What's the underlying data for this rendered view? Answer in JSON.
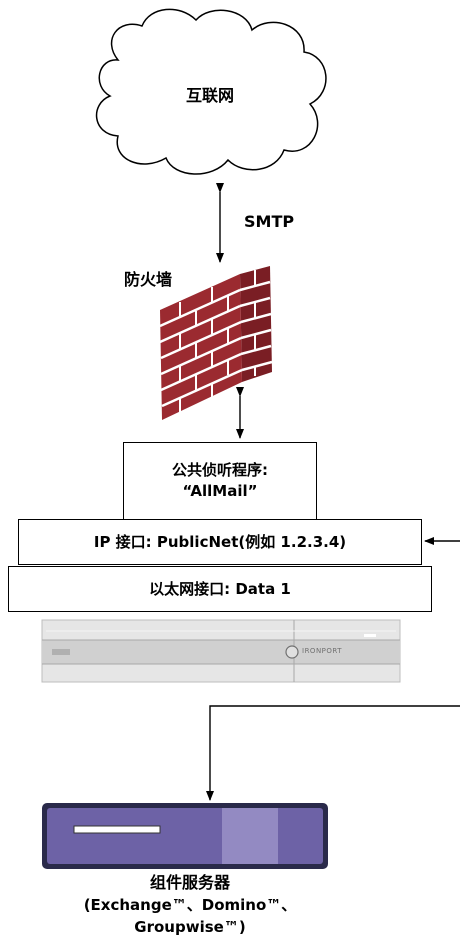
{
  "internet": {
    "label": "互联网"
  },
  "smtp": {
    "label": "SMTP"
  },
  "firewall": {
    "label": "防火墙"
  },
  "listener": {
    "line1": "公共侦听程序:",
    "line2": "“AllMail”"
  },
  "ip_interface": {
    "label": "IP 接口: PublicNet(例如 1.2.3.4)"
  },
  "ethernet": {
    "label": "以太网接口: Data 1"
  },
  "appliance": {
    "brand": "IRONPORT"
  },
  "groupware": {
    "line1": "组件服务器",
    "line2": "(Exchange™、Domino™、",
    "line3": "Groupwise™)"
  },
  "colors": {
    "brick": "#9b2a30",
    "mortar": "#ffffff",
    "server": "#6d62a6",
    "server_dark": "#2a2a4a",
    "appliance": "#e4e4e4"
  }
}
